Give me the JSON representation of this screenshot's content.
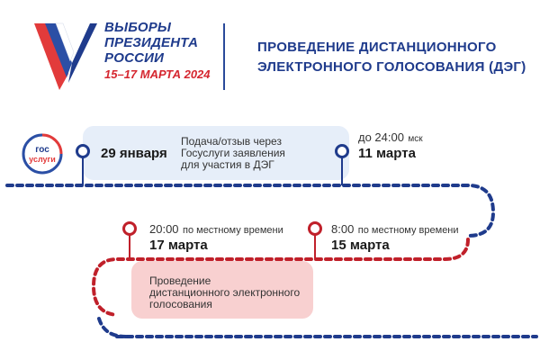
{
  "logo": {
    "line1": "ВЫБОРЫ",
    "line2": "ПРЕЗИДЕНТА",
    "line3": "РОССИИ",
    "dates": "15–17 МАРТА 2024",
    "colors": {
      "white": "#ffffff",
      "blue": "#1f3b8c",
      "red": "#d5262f"
    }
  },
  "header": {
    "line1": "ПРОВЕДЕНИЕ ДИСТАНЦИОННОГО",
    "line2": "ЭЛЕКТРОННОГО ГОЛОСОВАНИЯ (ДЭГ)"
  },
  "gosuslugi": {
    "line1": "гос",
    "line2": "услуги"
  },
  "timeline": {
    "event1": {
      "date": "29 января",
      "desc_line1": "Подача/отзыв через",
      "desc_line2": "Госуслуги заявления",
      "desc_line3": "для участия в ДЭГ"
    },
    "event2": {
      "time": "до 24:00",
      "unit": "мск",
      "date": "11 марта"
    },
    "event3": {
      "time": "8:00",
      "note": "по местному времени",
      "date": "15 марта"
    },
    "event4": {
      "time": "20:00",
      "note": "по местному времени",
      "date": "17 марта"
    },
    "event5": {
      "line1": "Проведение",
      "line2": "дистанционного электронного",
      "line3": "голосования"
    }
  },
  "colors": {
    "blue": "#1f3b8c",
    "red": "#c0202a",
    "box_blue": "#e6eef9",
    "box_pink": "#f8d0d0"
  }
}
